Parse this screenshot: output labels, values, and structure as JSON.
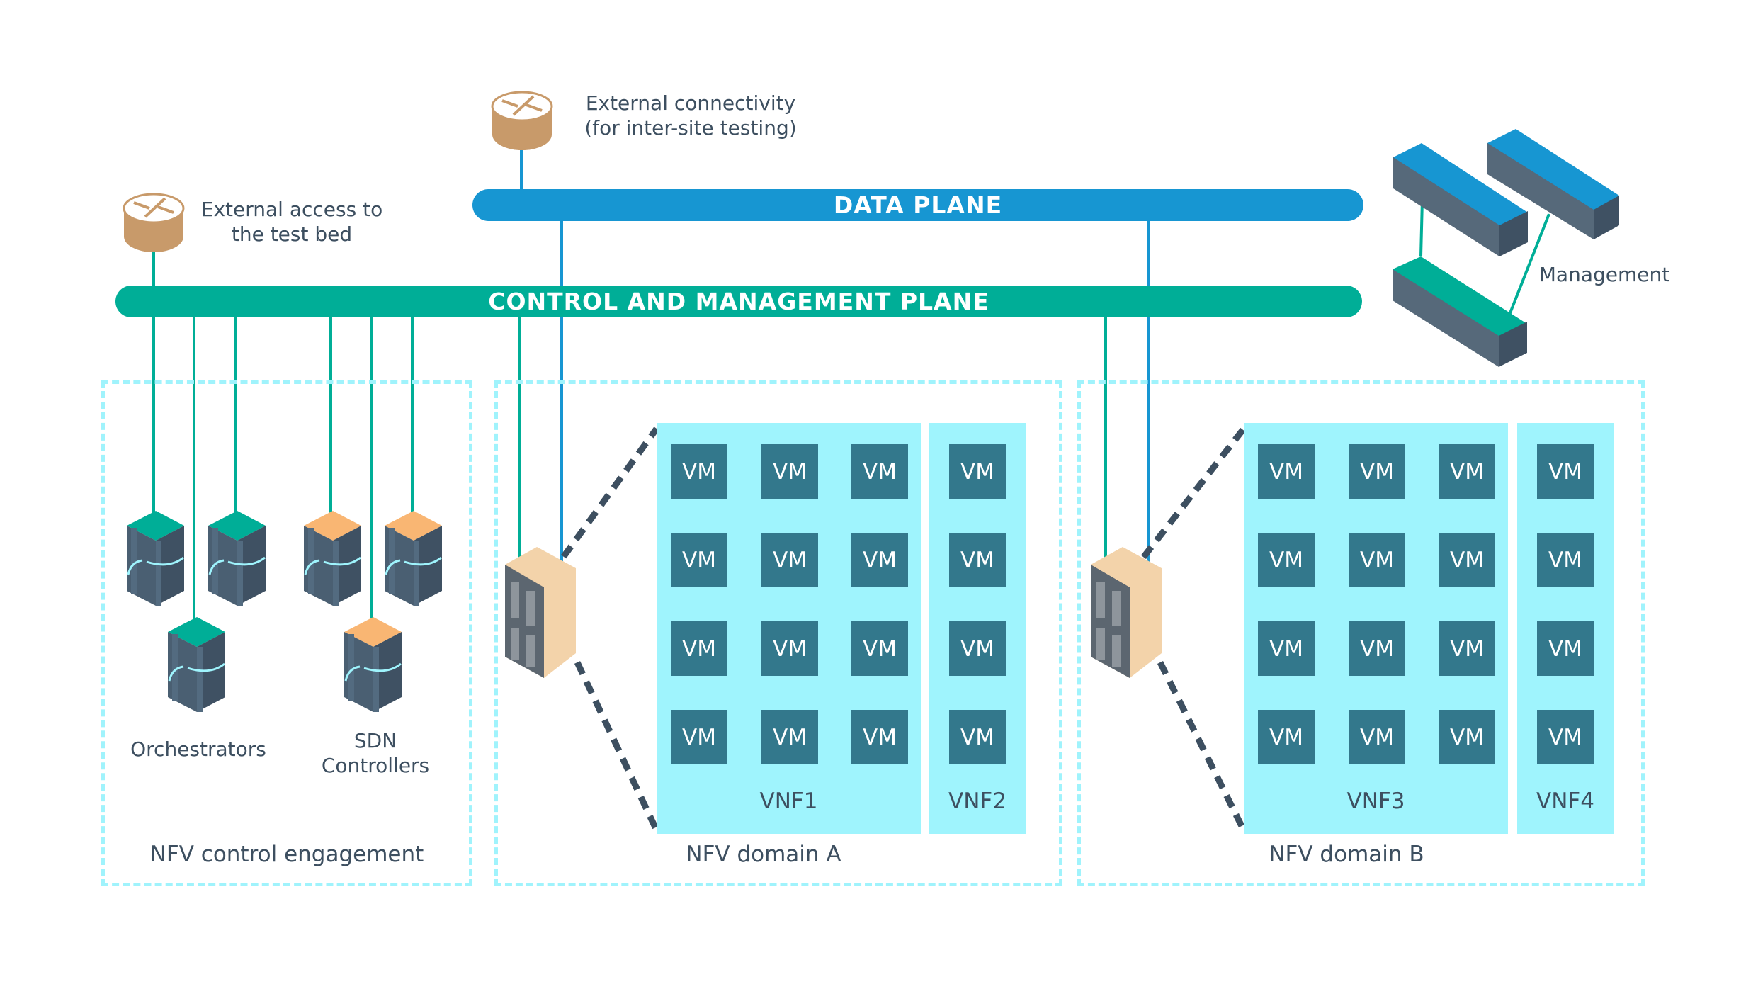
{
  "planes": {
    "data_plane": "DATA PLANE",
    "control_plane": "CONTROL AND MANAGEMENT PLANE"
  },
  "routers": {
    "external_access": {
      "icon": "router-icon",
      "label_line1": "External access to",
      "label_line2": "the test bed"
    },
    "external_connectivity": {
      "icon": "router-icon",
      "label_line1": "External connectivity",
      "label_line2": "(for inter-site testing)"
    }
  },
  "management": {
    "icon": "rack-server-icon",
    "label": "Management",
    "count": 3
  },
  "control_domain": {
    "label": "NFV control engagement",
    "orchestrators": {
      "label": "Orchestrators",
      "count": 3,
      "color": "#00ae97"
    },
    "sdn_controllers": {
      "label_line1": "SDN",
      "label_line2": "Controllers",
      "count": 3,
      "color": "#f9b673"
    }
  },
  "domain_a": {
    "label": "NFV domain A",
    "vnfs": [
      {
        "label": "VNF1",
        "vm_label": "VM",
        "columns": 3,
        "rows": 4
      },
      {
        "label": "VNF2",
        "vm_label": "VM",
        "columns": 1,
        "rows": 4
      }
    ]
  },
  "domain_b": {
    "label": "NFV domain B",
    "vnfs": [
      {
        "label": "VNF3",
        "vm_label": "VM",
        "columns": 3,
        "rows": 4
      },
      {
        "label": "VNF4",
        "vm_label": "VM",
        "columns": 1,
        "rows": 4
      }
    ]
  },
  "colors": {
    "data_plane": "#1796d2",
    "control_plane": "#00ae97",
    "vnf_background": "#9ff4fd",
    "vm": "#33788c",
    "router": "#c89a6a",
    "text": "#3d4f60"
  }
}
